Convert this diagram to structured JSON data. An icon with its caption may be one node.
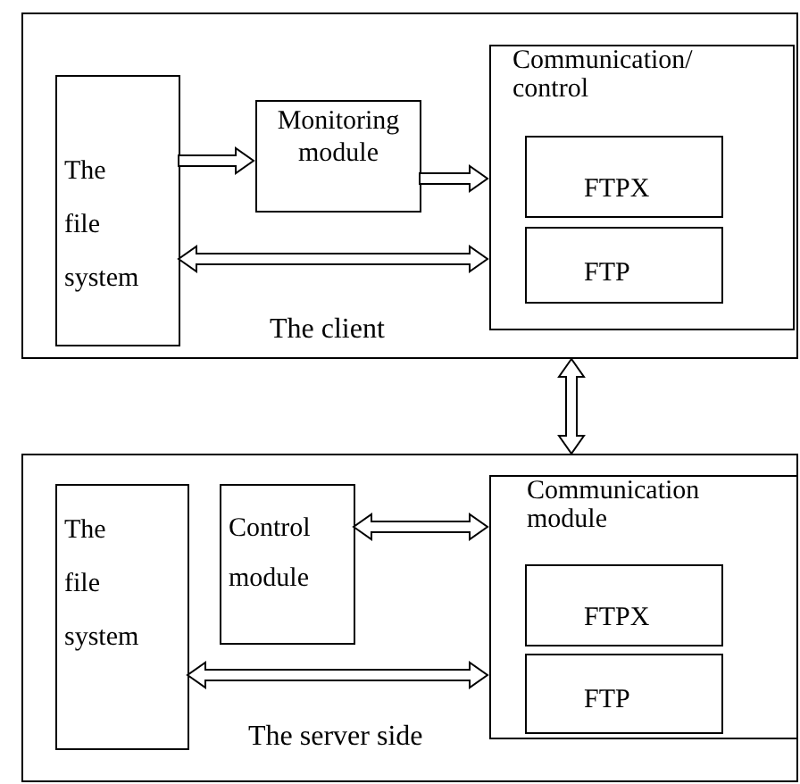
{
  "diagram": {
    "nodes": [
      {
        "text": [
          "The client"
        ]
      },
      {
        "text": [
          "The file system"
        ],
        "in": 0
      },
      {
        "text": [
          "Monitoring module"
        ],
        "in": 0
      },
      {
        "text": [
          "Communication/ control"
        ],
        "in": 0
      },
      {
        "text": [
          "FTPX"
        ],
        "in": 3
      },
      {
        "text": [
          "FTP"
        ],
        "in": 3
      },
      {
        "text": [
          "The server side"
        ]
      },
      {
        "text": [
          "The file system"
        ],
        "in": 6
      },
      {
        "text": [
          "Control module"
        ],
        "in": 6
      },
      {
        "text": [
          "Communication module"
        ],
        "in": 6
      },
      {
        "text": [
          "FTPX"
        ],
        "in": 9
      },
      {
        "text": [
          "FTP"
        ],
        "in": 9
      }
    ],
    "edges": [
      {
        "from": 1,
        "to": 2,
        "arrow": "to"
      },
      {
        "from": 2,
        "to": 3,
        "arrow": "to"
      },
      {
        "from": 1,
        "to": 3,
        "arrow": "both"
      },
      {
        "from": 0,
        "to": 6,
        "arrow": "both"
      },
      {
        "from": 8,
        "to": 9,
        "arrow": "both"
      },
      {
        "from": 7,
        "to": 9,
        "arrow": "both"
      }
    ]
  }
}
